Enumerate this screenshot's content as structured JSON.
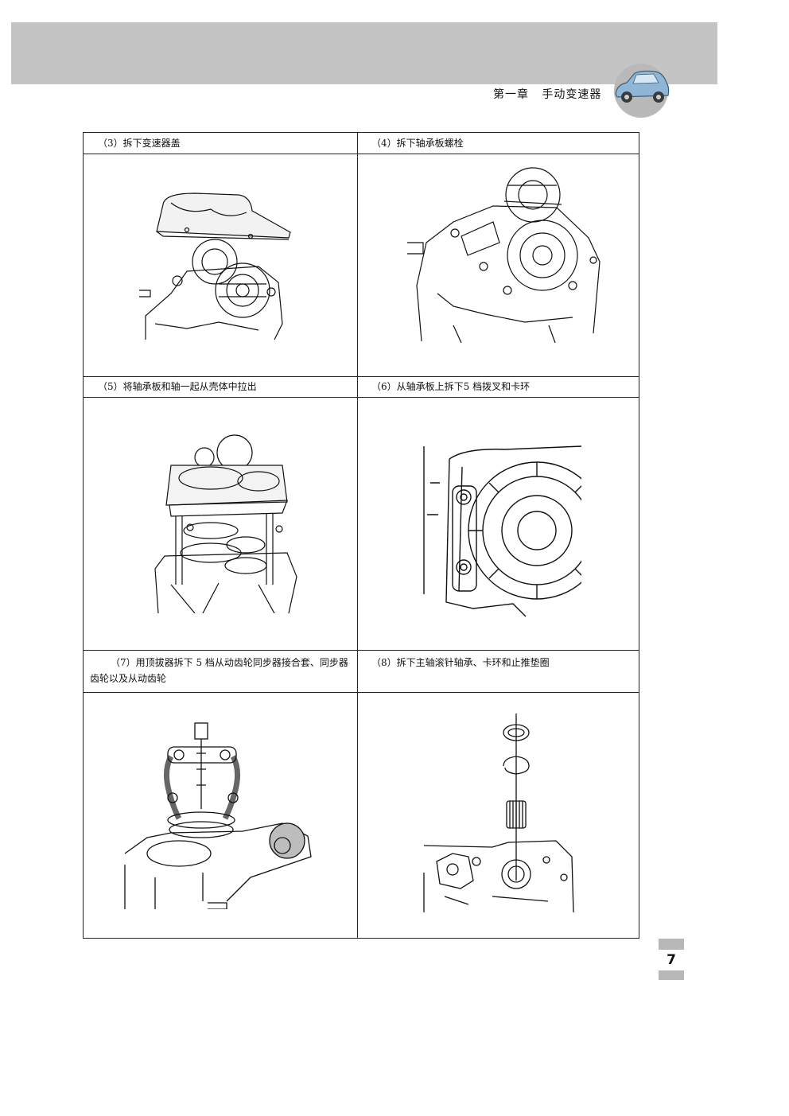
{
  "header": {
    "chapter_label": "第一章   手动变速器"
  },
  "steps": [
    {
      "label": "（3）拆下变速器盖"
    },
    {
      "label": "（4）拆下轴承板螺栓"
    },
    {
      "label": "（5）将轴承板和轴一起从壳体中拉出"
    },
    {
      "label": "（6）从轴承板上拆下5 档拨叉和卡环"
    },
    {
      "label": "（7）用顶拔器拆下 5 档从动齿轮同步器接合套、同步器齿轮以及从动齿轮"
    },
    {
      "label": "（8）拆下主轴滚针轴承、卡环和止推垫圈"
    }
  ],
  "footer": {
    "page_number": "7"
  }
}
